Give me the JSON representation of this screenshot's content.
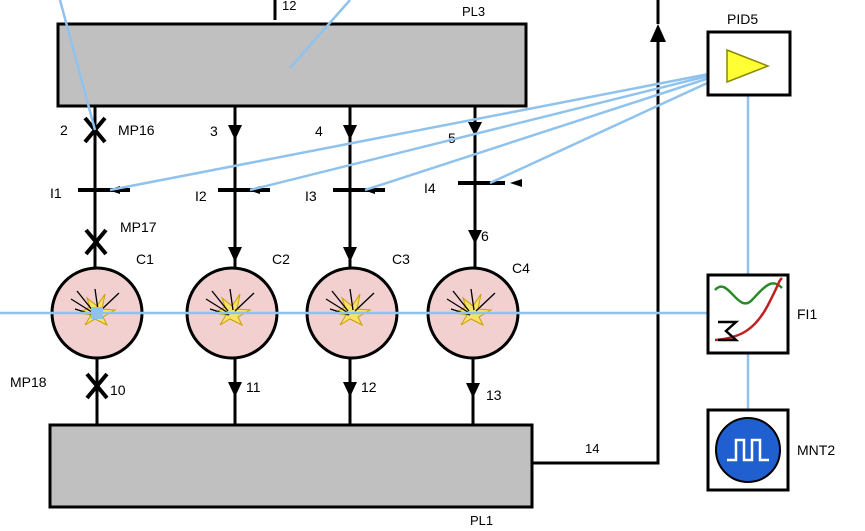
{
  "colors": {
    "pipe": "#000000",
    "signal": "#8fc3ee",
    "block_fill": "#c0c0c0",
    "centrifuge_fill": "#f2d0d0",
    "pid_fill": "#ffff33",
    "monitor_fill": "#1f5fcf"
  },
  "labels": {
    "pl3": "PL3",
    "pl1": "PL1",
    "pid5": "PID5",
    "fi1": "FI1",
    "mnt2": "MNT2",
    "top_stream": "12"
  },
  "streams": {
    "s2": "2",
    "s3": "3",
    "s4": "4",
    "s5": "5",
    "s6": "6",
    "s10": "10",
    "s11": "11",
    "s12": "12",
    "s13": "13",
    "s14": "14"
  },
  "mixpoints": {
    "mp16": "MP16",
    "mp17": "MP17",
    "mp18": "MP18"
  },
  "injectors": {
    "i1": "I1",
    "i2": "I2",
    "i3": "I3",
    "i4": "I4"
  },
  "centrifuges": {
    "c1": "C1",
    "c2": "C2",
    "c3": "C3",
    "c4": "C4"
  },
  "icons": {
    "pid": "pid-controller-icon",
    "fi": "function-indicator-icon",
    "monitor": "pulse-monitor-icon",
    "centrifuge": "centrifuge-icon"
  }
}
